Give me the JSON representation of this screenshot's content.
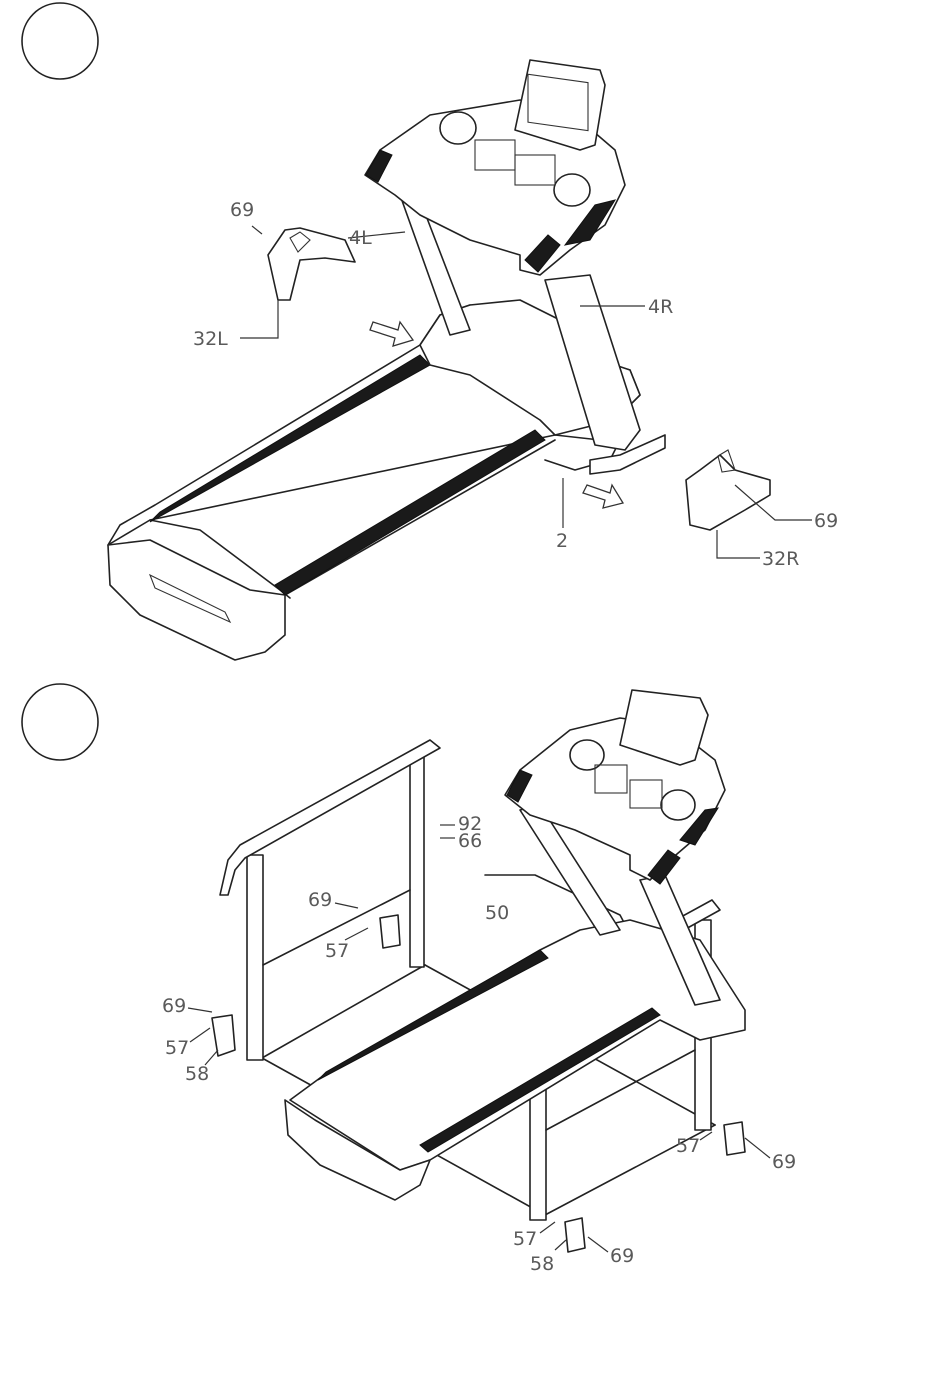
{
  "steps": [
    {
      "id": "step-1",
      "step_number": "",
      "labels": {
        "screw_69_top": "69",
        "upright_left": "4L",
        "upright_right": "4R",
        "cover_left": "32L",
        "base": "2",
        "screw_69_right": "69",
        "cover_right": "32R"
      }
    },
    {
      "id": "step-2",
      "step_number": "",
      "labels": {
        "bolt_92": "92",
        "washer_66": "66",
        "screw_69_center": "69",
        "bar_50": "50",
        "clamp_57_center": "57",
        "screw_69_left": "69",
        "clamp_57_left": "57",
        "cover_58_left": "58",
        "clamp_57_right": "57",
        "screw_69_right": "69",
        "clamp_57_bottom": "57",
        "cover_58_bottom": "58",
        "screw_69_bottom": "69"
      }
    }
  ]
}
